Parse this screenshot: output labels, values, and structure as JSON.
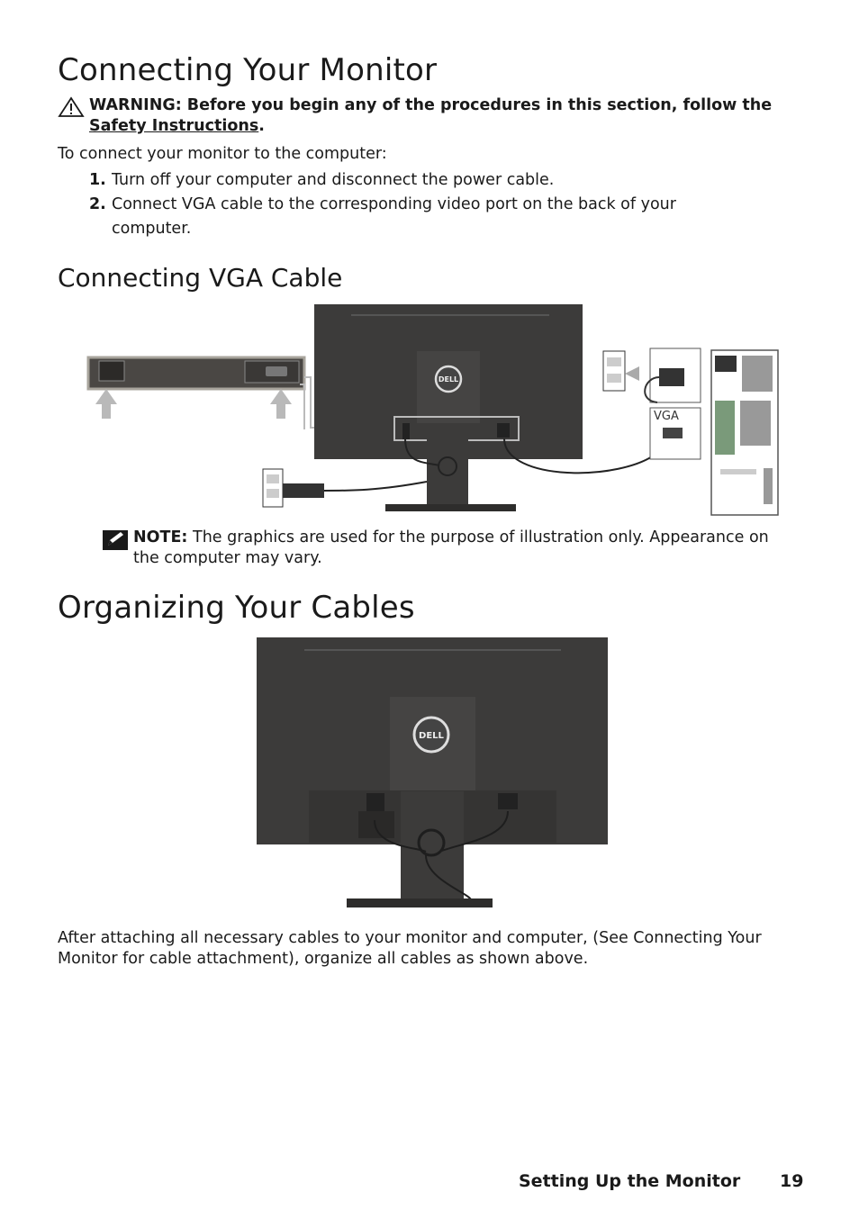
{
  "section1": {
    "title": "Connecting Your Monitor",
    "warning_label": "WARNING:",
    "warning_text": "Before you begin any of the procedures in this section, follow the",
    "warning_link": "Safety Instructions",
    "warning_end": ".",
    "intro": "To connect your monitor to the computer:",
    "steps": [
      {
        "num": "1.",
        "text": "Turn off your computer and disconnect the power cable."
      },
      {
        "num": "2.",
        "text": "Connect VGA cable to the corresponding video port on the back of your computer."
      }
    ]
  },
  "section2": {
    "title": "Connecting VGA Cable",
    "diagram_vga_label": "VGA",
    "logo_text": "DELL",
    "note_label": "NOTE:",
    "note_text": "The graphics are used for the purpose of illustration only. Appearance on the computer may vary."
  },
  "section3": {
    "title": "Organizing Your Cables",
    "body": "After attaching all necessary cables to your monitor and computer, (See Connecting Your Monitor for cable attachment), organize all cables as shown above."
  },
  "footer": {
    "section": "Setting Up the Monitor",
    "page": "19"
  }
}
